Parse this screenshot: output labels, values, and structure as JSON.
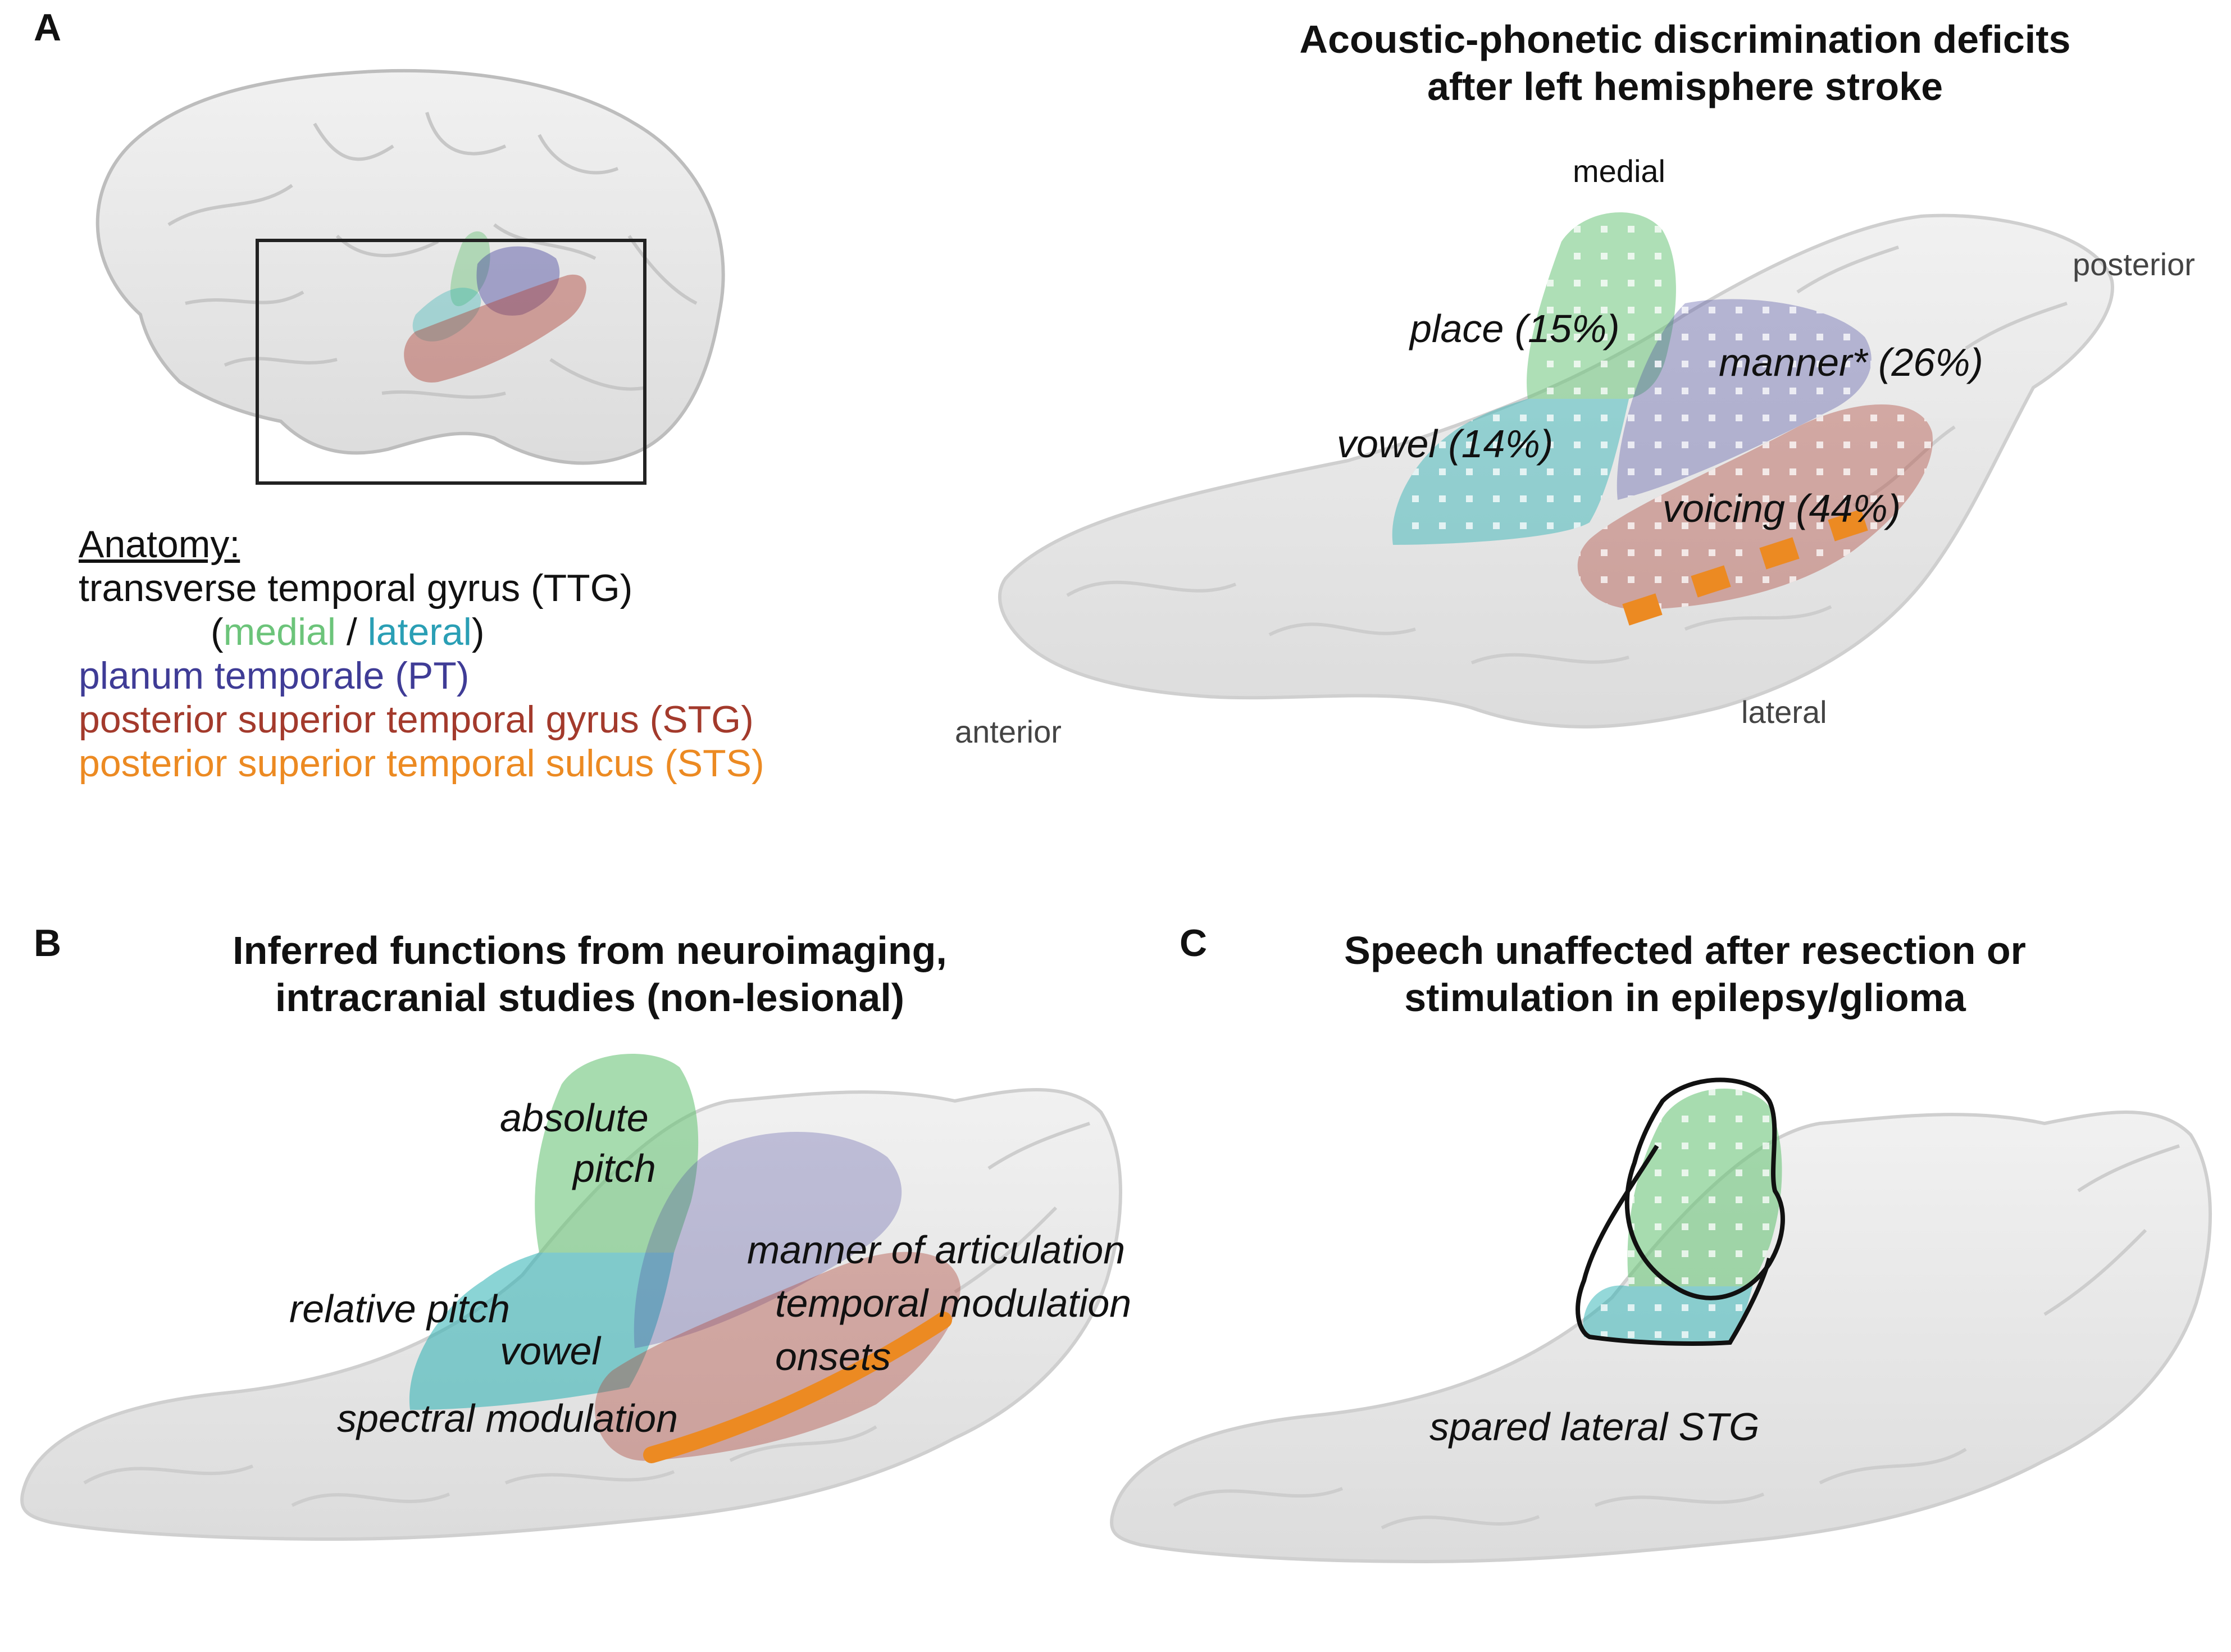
{
  "colors": {
    "ttg_medial": "#6cc47a",
    "ttg_lateral": "#2ab1b3",
    "pt": "#4b4aa0",
    "stg": "#b0453a",
    "sts": "#ec8a22",
    "brain": "#e6e6e6"
  },
  "panel_a": {
    "letter": "A",
    "title_line1": "Acoustic-phonetic discrimination deficits",
    "title_line2": "after left hemisphere stroke",
    "legend": {
      "heading": "Anatomy:",
      "ttg": "transverse temporal gyrus (TTG)",
      "paren_open": "(",
      "medial": "medial",
      "slash": " / ",
      "lateral": "lateral",
      "paren_close": ")",
      "pt": "planum temporale (PT)",
      "stg": "posterior superior temporal gyrus (STG)",
      "sts": "posterior superior temporal sulcus (STS)"
    },
    "directions": {
      "medial": "medial",
      "posterior": "posterior",
      "anterior": "anterior",
      "lateral": "lateral"
    },
    "regions": {
      "place": "place (15%)",
      "manner": "manner* (26%)",
      "vowel": "vowel (14%)",
      "voicing": "voicing (44%)"
    }
  },
  "panel_b": {
    "letter": "B",
    "title_line1": "Inferred functions from neuroimaging,",
    "title_line2": "intracranial studies (non-lesional)",
    "labels": {
      "absolute": "absolute",
      "pitch": "pitch",
      "relative_pitch": "relative pitch",
      "vowel": "vowel",
      "manner": "manner of articulation",
      "temporal": "temporal modulation",
      "onsets": "onsets",
      "spectral": "spectral modulation"
    }
  },
  "panel_c": {
    "letter": "C",
    "title_line1": "Speech unaffected after resection or",
    "title_line2": "stimulation in epilepsy/glioma",
    "label": "spared lateral STG"
  }
}
